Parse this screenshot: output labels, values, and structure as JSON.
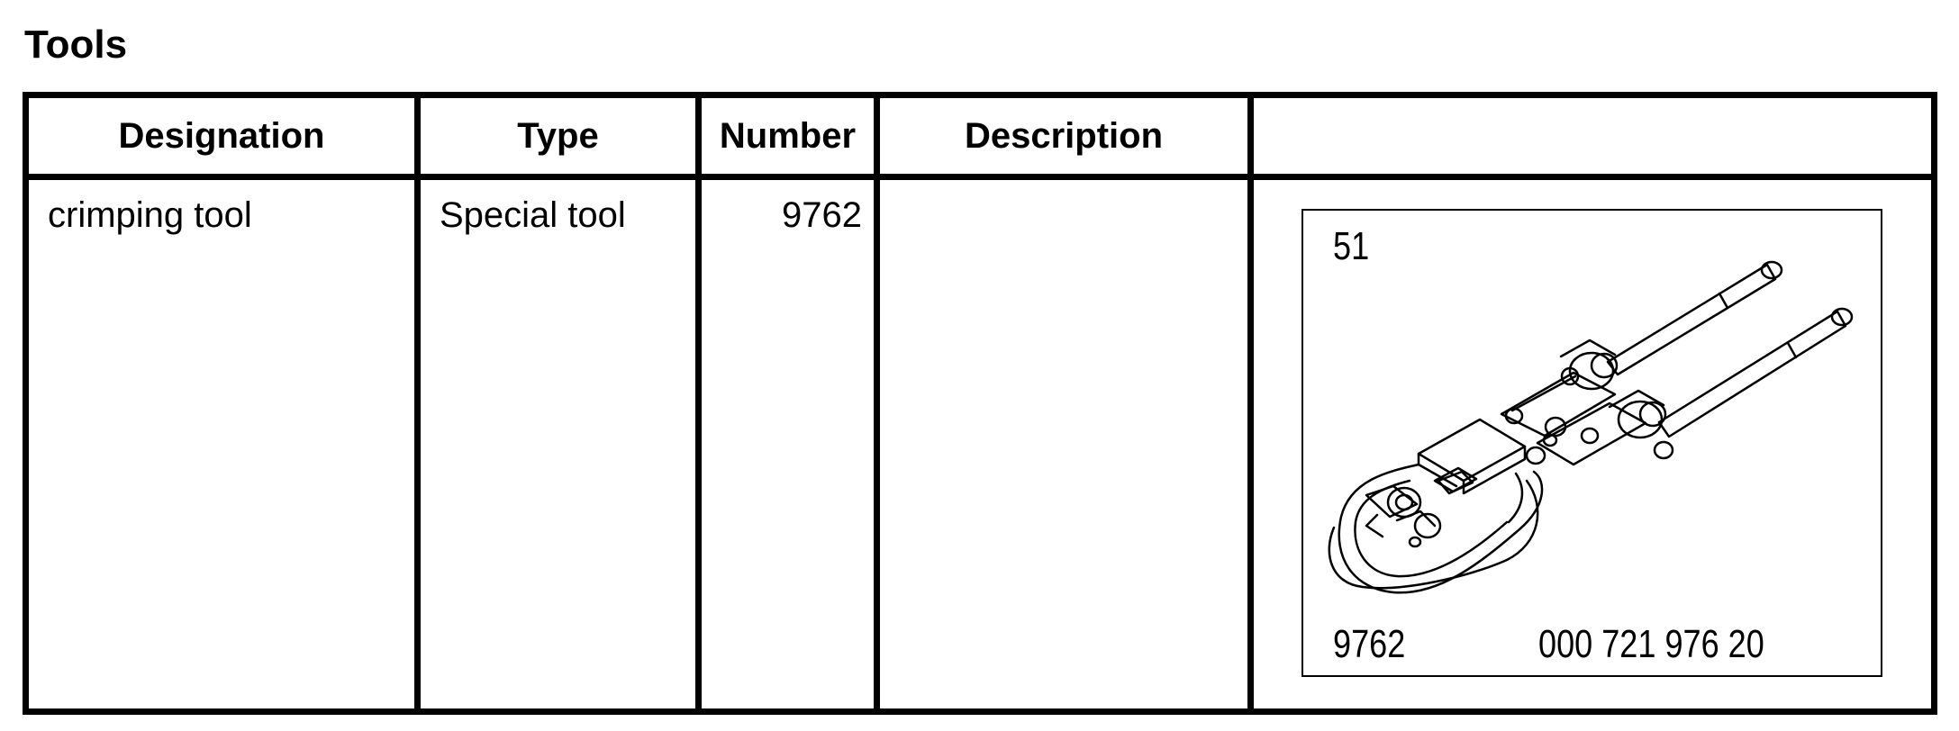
{
  "title": "Tools",
  "table": {
    "headers": [
      "Designation",
      "Type",
      "Number",
      "Description",
      ""
    ],
    "rows": [
      {
        "designation": "crimping tool",
        "type": "Special tool",
        "number": "9762",
        "description": "",
        "illustration": {
          "icon": "crimping-tool-drawing",
          "label_top": "51",
          "label_tool_number": "9762",
          "label_part_number": "000 721 976 20"
        }
      }
    ]
  }
}
